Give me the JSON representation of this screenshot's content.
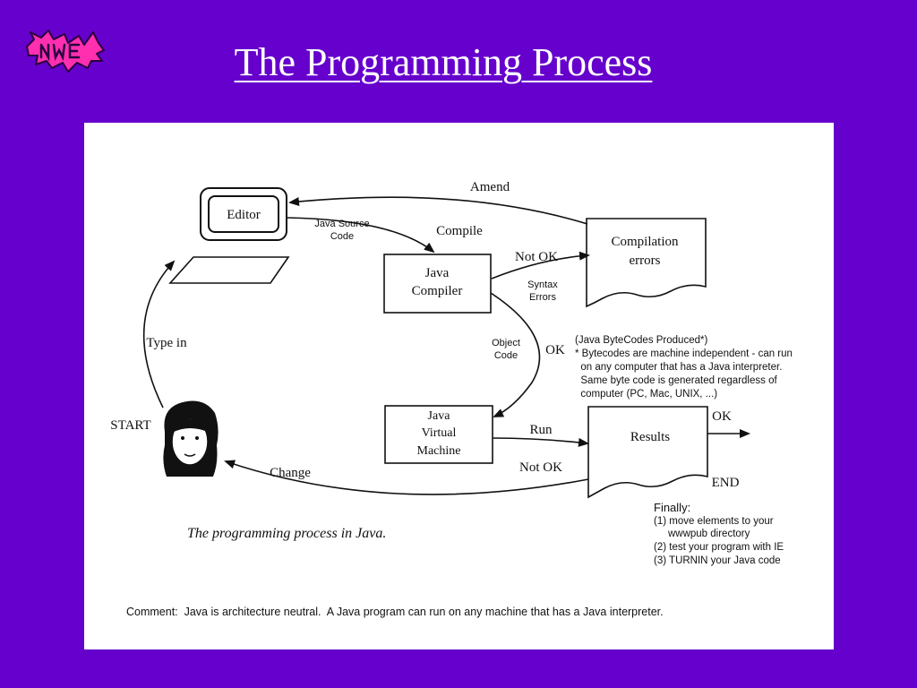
{
  "slide": {
    "title": "The Programming Process"
  },
  "diagram": {
    "nodes": {
      "editor": "Editor",
      "java_compiler": [
        "Java",
        "Compiler"
      ],
      "compilation_errors": [
        "Compilation",
        "errors"
      ],
      "jvm": [
        "Java",
        "Virtual",
        "Machine"
      ],
      "results": "Results"
    },
    "edges": {
      "amend": "Amend",
      "compile": "Compile",
      "java_source_code": [
        "Java Source",
        "Code"
      ],
      "not_ok_compile": "Not OK",
      "syntax_errors": [
        "Syntax",
        "Errors"
      ],
      "object_code": [
        "Object",
        "Code"
      ],
      "ok_compile": "OK",
      "run": "Run",
      "ok_results": "OK",
      "not_ok_results": "Not OK",
      "change": "Change",
      "type_in": "Type in"
    },
    "labels": {
      "start": "START",
      "end": "END",
      "caption": "The programming process in Java."
    },
    "bytecode_note": [
      "(Java ByteCodes Produced*)",
      "* Bytecodes are machine independent - can run",
      "  on any computer that has a Java interpreter.",
      "  Same byte code is generated regardless of",
      "  computer (PC, Mac, UNIX, ...)"
    ],
    "finally_note": [
      "Finally:",
      "(1) move elements to your",
      "     wwwpub directory",
      "(2) test your program with IE",
      "(3) TURNIN your Java code"
    ],
    "comment": "Comment:  Java is architecture neutral.  A Java program can run on any machine that has a Java interpreter."
  },
  "colors": {
    "background": "#6600cc",
    "panel": "#ffffff",
    "logo": "#ff2fb0"
  }
}
